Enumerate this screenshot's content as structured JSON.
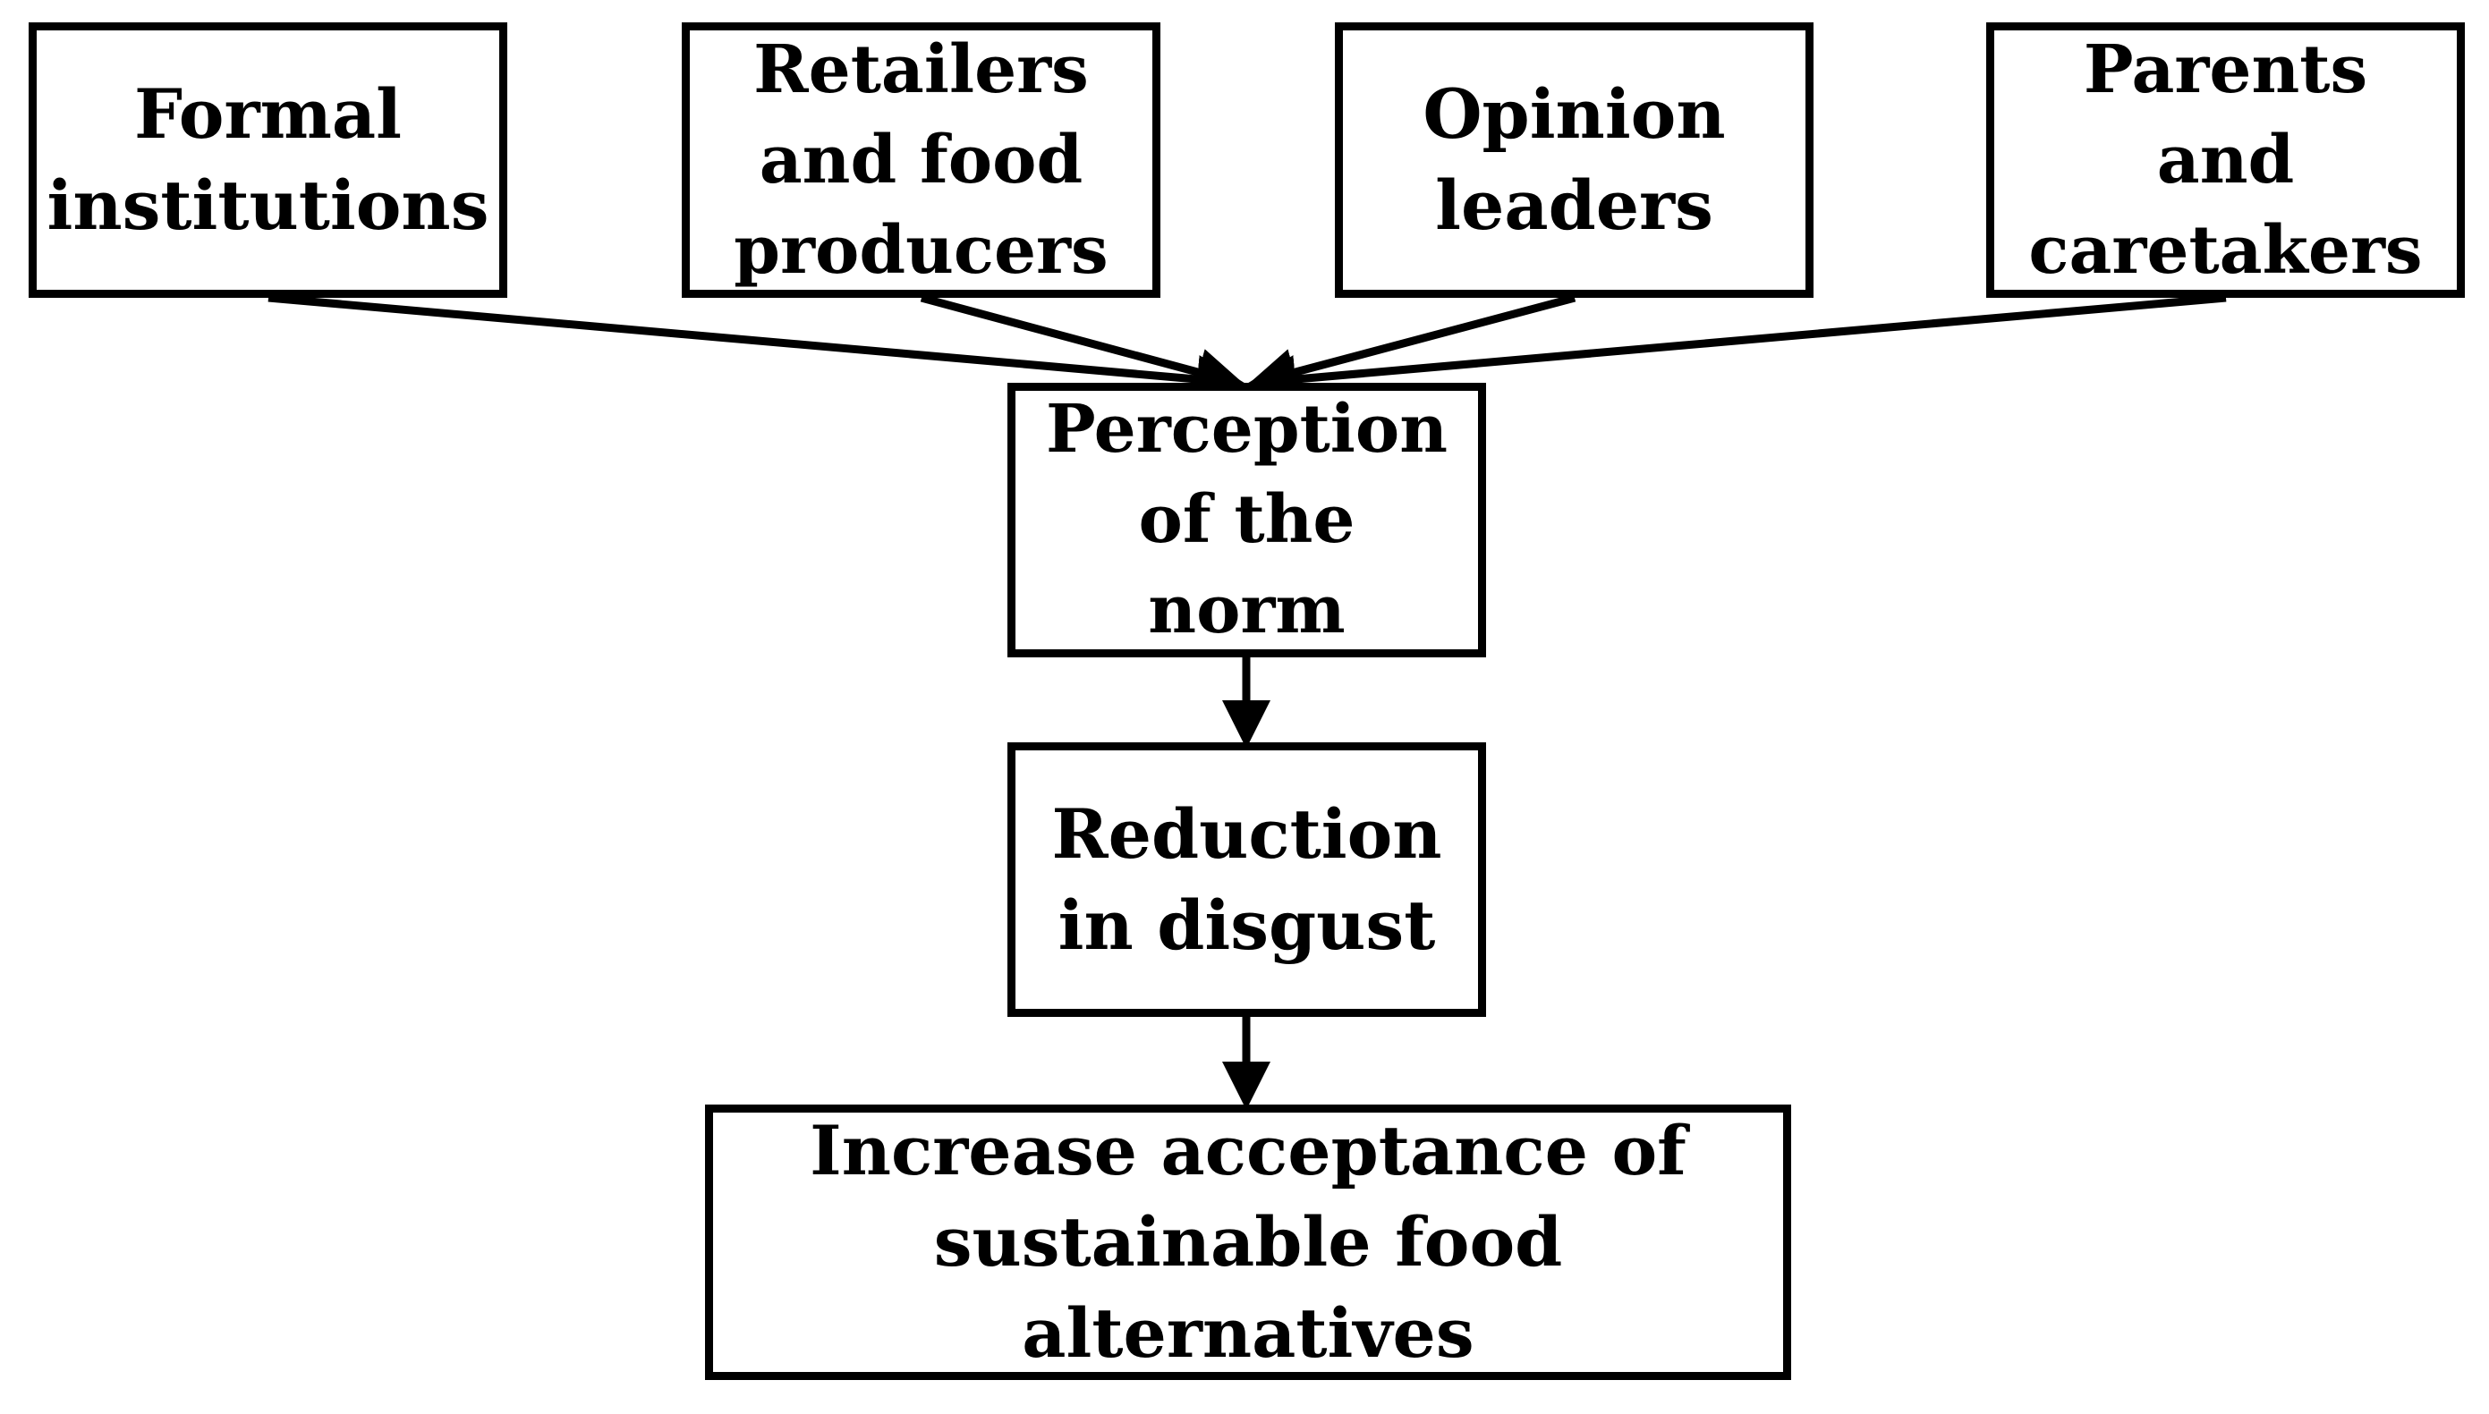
{
  "nodes": {
    "formal": "Formal\ninstitutions",
    "retailers": "Retailers\nand food\nproducers",
    "opinion": "Opinion\nleaders",
    "parents": "Parents\nand\ncaretakers",
    "perception": "Perception\nof the\nnorm",
    "reduction": "Reduction\nin disgust",
    "increase": "Increase acceptance of\nsustainable food alternatives"
  },
  "edges": [
    {
      "from": "formal",
      "to": "perception"
    },
    {
      "from": "retailers",
      "to": "perception"
    },
    {
      "from": "opinion",
      "to": "perception"
    },
    {
      "from": "parents",
      "to": "perception"
    },
    {
      "from": "perception",
      "to": "reduction"
    },
    {
      "from": "reduction",
      "to": "increase"
    }
  ],
  "colors": {
    "line": "#000000",
    "background": "#ffffff"
  }
}
